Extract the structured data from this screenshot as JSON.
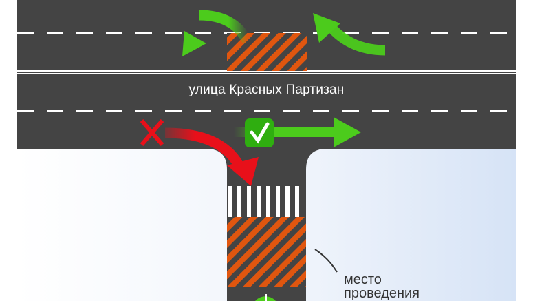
{
  "street": {
    "name": "улица Красных Партизан"
  },
  "label": {
    "line1": "место",
    "line2": "проведения"
  },
  "colors": {
    "road": "#444444",
    "hatch_orange": "#e0560f",
    "allowed_green": "#4ccb1c",
    "forbidden_red": "#e8101a",
    "background": "#dde8f8"
  },
  "icons": [
    "check-mark-icon",
    "cross-mark-icon",
    "arrow-right-icon",
    "arrow-turn-icon"
  ]
}
